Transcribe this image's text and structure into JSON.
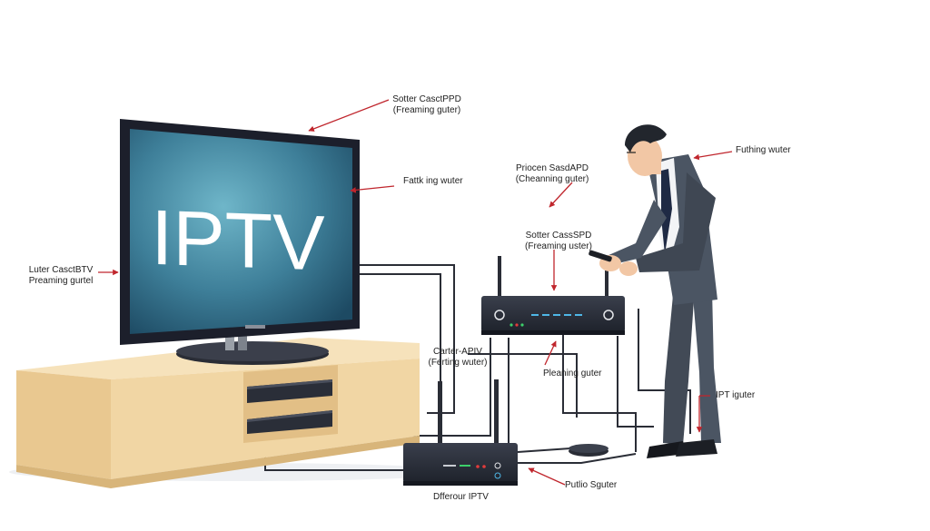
{
  "tv": {
    "screen_text": "IPTV"
  },
  "labels": {
    "top_center": {
      "line1": "Sotter CasctPPD",
      "line2": "(Freaming guter)"
    },
    "tv_right": {
      "text": "Fattk ing wuter"
    },
    "left": {
      "line1": "Luter CasctBTV",
      "line2": "Preaming gurtel"
    },
    "middle_top": {
      "line1": "Priocen SasdAPD",
      "line2": "(Cheanning guter)"
    },
    "middle_second": {
      "line1": "Sotter CassSPD",
      "line2": "(Freaming uster)"
    },
    "person_right": {
      "text": "Futhing wuter"
    },
    "center_left": {
      "line1": "Carter-APIV",
      "line2": "(Ferting wuter)"
    },
    "router_below": {
      "text": "Pleaning guter"
    },
    "right_low": {
      "text": "IPT iguter"
    },
    "bottom_right": {
      "text": "Putlio Sguter"
    },
    "bottom_center": {
      "text": "Dfferour IPTV"
    }
  },
  "colors": {
    "arrow": "#c0262d",
    "cable": "#2a2d36",
    "tv_frame": "#1c1f2b",
    "screen_light": "#5fa9bd",
    "screen_dark": "#1f4c65",
    "cabinet_front": "#f1d6a4",
    "cabinet_top": "#f6e2bb",
    "suit": "#4b5563"
  }
}
